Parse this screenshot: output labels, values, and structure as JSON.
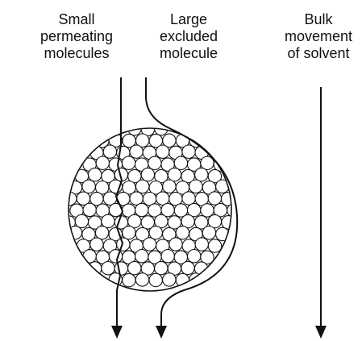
{
  "labels": {
    "small": [
      "Small",
      "permeating",
      "molecules"
    ],
    "large": [
      "Large",
      "excluded",
      "molecule"
    ],
    "bulk": [
      "Bulk",
      "movement",
      "of solvent"
    ]
  },
  "colors": {
    "ink": "#111111",
    "background": "#ffffff"
  }
}
